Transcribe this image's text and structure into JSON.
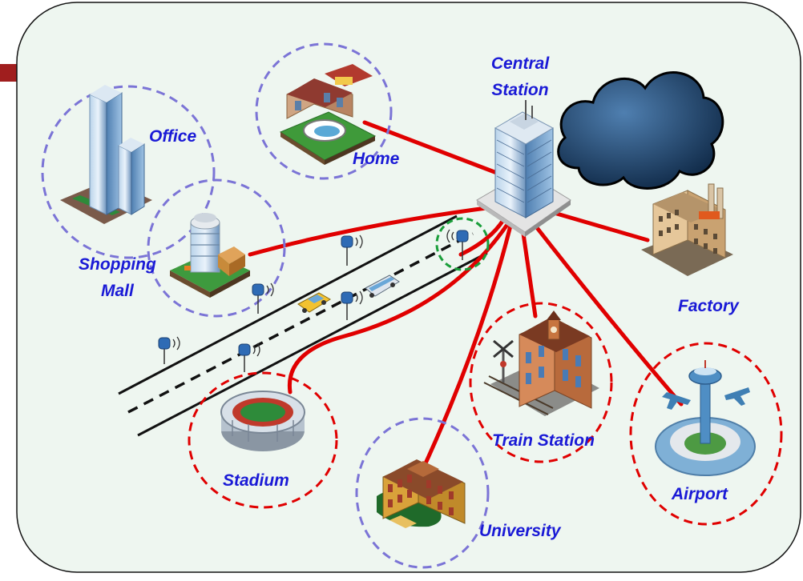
{
  "colors": {
    "panel_fill": "#eef6f0",
    "panel_border": "#111111",
    "accent_bar": "#a01e1e",
    "link_red": "#e00000",
    "label_blue": "#1a1ad6",
    "circle_blue": "#7b74d6",
    "circle_red": "#e00000",
    "circle_green": "#1a9e3a",
    "road": "#111111",
    "cloud": "#1f3f66"
  },
  "nodes": {
    "central_station": {
      "label_line1": "Central",
      "label_line2": "Station",
      "icon": "skyscraper-icon"
    },
    "office": {
      "label": "Office",
      "icon": "office-tower-icon"
    },
    "home": {
      "label": "Home",
      "icon": "house-icon"
    },
    "shopping_mall": {
      "label_line1": "Shopping",
      "label_line2": "Mall",
      "icon": "mall-building-icon"
    },
    "factory": {
      "label": "Factory",
      "icon": "factory-icon"
    },
    "train_station": {
      "label": "Train Station",
      "icon": "train-station-icon"
    },
    "airport": {
      "label": "Airport",
      "icon": "airport-icon"
    },
    "stadium": {
      "label": "Stadium",
      "icon": "stadium-icon"
    },
    "university": {
      "label": "University",
      "icon": "university-icon"
    }
  },
  "cloud": {
    "icon": "storm-cloud-icon"
  },
  "road": {
    "icons": [
      "sensor-icon",
      "car-icon",
      "bus-icon"
    ]
  }
}
